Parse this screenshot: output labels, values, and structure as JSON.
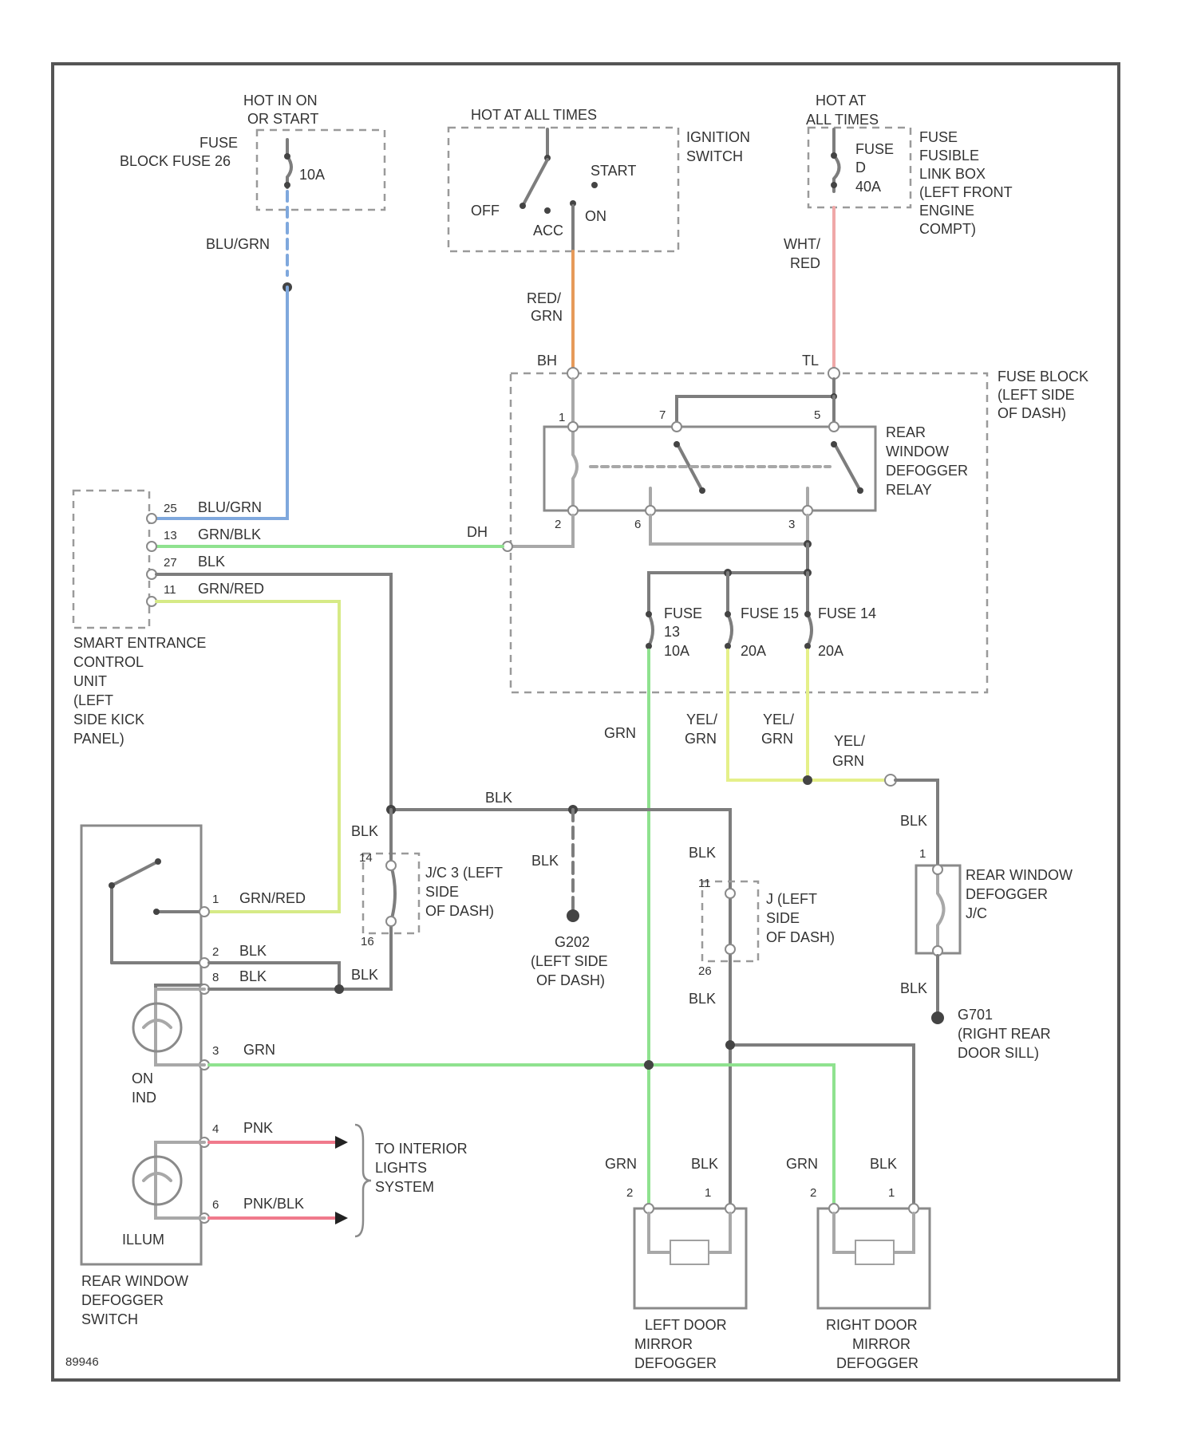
{
  "labels": {
    "hot_in_on_start": [
      "HOT IN ON",
      "OR START"
    ],
    "hot_at_all_times_ign": "HOT AT ALL TIMES",
    "hot_at_all_times_right": [
      "HOT AT",
      "ALL TIMES"
    ],
    "fuse_block_fuse_26": [
      "FUSE",
      "BLOCK FUSE 26"
    ],
    "fuse_10a": "10A",
    "ignition_switch": [
      "IGNITION",
      "SWITCH"
    ],
    "ign_start": "START",
    "ign_off": "OFF",
    "ign_acc": "ACC",
    "ign_on": "ON",
    "fuse_d_40a": [
      "FUSE",
      "D",
      "40A"
    ],
    "fusible_link_box": [
      "FUSE",
      "FUSIBLE",
      "LINK BOX",
      "(LEFT FRONT",
      "ENGINE",
      "COMPT)"
    ],
    "wire_blu_grn_top": "BLU/GRN",
    "wire_red_grn": [
      "RED/",
      "GRN"
    ],
    "wire_wht_red": [
      "WHT/",
      "RED"
    ],
    "conn_bh": "BH",
    "conn_tl": "TL",
    "fuse_block_left": [
      "FUSE BLOCK",
      "(LEFT SIDE",
      "OF DASH)"
    ],
    "rear_window_defogger_relay": [
      "REAR",
      "WINDOW",
      "DEFOGGER",
      "RELAY"
    ],
    "relay_pin_1": "1",
    "relay_pin_2": "2",
    "relay_pin_5": "5",
    "relay_pin_7": "7",
    "relay_pin_6": "6",
    "relay_pin_3": "3",
    "conn_dh": "DH",
    "secu_pins": [
      {
        "num": "25",
        "wire": "BLU/GRN"
      },
      {
        "num": "13",
        "wire": "GRN/BLK"
      },
      {
        "num": "27",
        "wire": "BLK"
      },
      {
        "num": "11",
        "wire": "GRN/RED"
      }
    ],
    "smart_entrance_unit": [
      "SMART ENTRANCE",
      "CONTROL",
      "UNIT",
      "(LEFT",
      "SIDE KICK",
      "PANEL)"
    ],
    "fuse_13": [
      "FUSE",
      "13",
      "10A"
    ],
    "fuse_15": [
      "FUSE 15",
      "20A"
    ],
    "fuse_14": [
      "FUSE 14",
      "20A"
    ],
    "wire_grn_mid": "GRN",
    "wire_yel_grn_1": [
      "YEL/",
      "GRN"
    ],
    "wire_yel_grn_2": [
      "YEL/",
      "GRN"
    ],
    "wire_yel_grn_3": [
      "YEL/",
      "GRN"
    ],
    "wire_blk_mid": "BLK",
    "wire_blk_jc": "BLK",
    "jc_pin_top": "14",
    "jc_pin_bot": "16",
    "jc3_left_side": [
      "J/C 3 (LEFT",
      "SIDE",
      "OF DASH)"
    ],
    "wire_blk_g202": "BLK",
    "g202": [
      "G202",
      "(LEFT SIDE",
      "OF DASH)"
    ],
    "wire_blk_jc2": "BLK",
    "jc2_pin_top": "11",
    "jc2_pin_bot": "26",
    "jc2_left_side": [
      "J (LEFT",
      "SIDE",
      "OF DASH)"
    ],
    "wire_blk_jc2_bot": "BLK",
    "wire_blk_rwd": "BLK",
    "rwd_pin_top": "1",
    "rear_window_defogger": [
      "REAR WINDOW",
      "DEFOGGER",
      "J/C"
    ],
    "wire_blk_rwd_bot": "BLK",
    "g701": [
      "G701",
      "(RIGHT REAR",
      "DOOR SILL)"
    ],
    "switch_pins": [
      {
        "num": "1",
        "wire": "GRN/RED"
      },
      {
        "num": "2",
        "wire": "BLK"
      },
      {
        "num": "8",
        "wire": "BLK"
      },
      {
        "num": "3",
        "wire": "GRN"
      },
      {
        "num": "4",
        "wire": "PNK"
      },
      {
        "num": "6",
        "wire": "PNK/BLK"
      }
    ],
    "wire_blk_sw": "BLK",
    "on_ind": [
      "ON",
      "IND"
    ],
    "illum": "ILLUM",
    "to_interior_lights": [
      "TO INTERIOR",
      "LIGHTS",
      "SYSTEM"
    ],
    "rear_window_defogger_switch": [
      "REAR WINDOW",
      "DEFOGGER",
      "SWITCH"
    ],
    "ldm_wire_grn": "GRN",
    "ldm_wire_blk": "BLK",
    "ldm_pin_2": "2",
    "ldm_pin_1": "1",
    "left_door_mirror_defogger": [
      "LEFT DOOR",
      "MIRROR",
      "DEFOGGER"
    ],
    "rdm_wire_grn": "GRN",
    "rdm_wire_blk": "BLK",
    "rdm_pin_2": "2",
    "rdm_pin_1": "1",
    "right_door_mirror_defogger": [
      "RIGHT DOOR",
      "MIRROR",
      "DEFOGGER"
    ],
    "diagram_id": "89946"
  },
  "colors": {
    "blu_grn": "#7fa8dd",
    "grn": "#8fe28f",
    "yel_grn": "#d6ea86",
    "red_grn": "#e69a5a",
    "wht_red": "#f0a8a8",
    "pnk": "#f07a8c",
    "blk": "#7d7d7d"
  }
}
